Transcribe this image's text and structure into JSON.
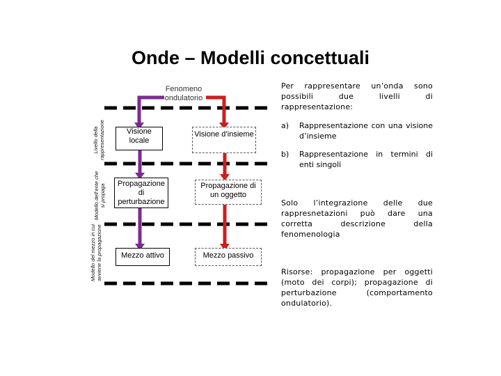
{
  "title": "Onde – Modelli concettuali",
  "diagram": {
    "fenomeno": "Fenomeno ondulatorio",
    "visione_locale": "Visione locale",
    "visione_insieme": "Visione d’insieme",
    "propagazione_perturbazione": "Propagazione di perturbazione",
    "propagazione_oggetto": "Propagazione di un oggetto",
    "mezzo_attivo": "Mezzo attivo",
    "mezzo_passivo": "Mezzo passivo",
    "side_labels": [
      "Livello della rappresentazione",
      "Modello dell’ente che si propaga",
      "Modello del mezzo in cui avviene la propagazione"
    ],
    "colors": {
      "left_arrows": "#7b2c8e",
      "right_arrows": "#cc1e1e",
      "dashes": "#000000"
    }
  },
  "text": {
    "intro": "Per rappresentare un’onda sono possibili due livelli di rappresentazione:",
    "items": [
      {
        "marker": "a)",
        "text": "Rappresentazione con una visione d’insieme"
      },
      {
        "marker": "b)",
        "text": "Rappresentazione in termini di enti singoli"
      }
    ],
    "integration": "Solo l’integrazione delle due rappresnetazioni può dare una corretta descrizione della fenomenologia",
    "resources": "Risorse: propagazione per oggetti (moto dei corpi); propagazione di perturbazione (comportamento ondulatorio)."
  }
}
